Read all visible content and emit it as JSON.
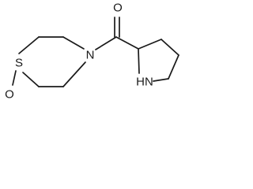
{
  "molecule": {
    "atoms": {
      "ring_nitrogen": "N",
      "sulfur": "S",
      "sulfoxide_oxygen": "O",
      "carbonyl_oxygen": "O",
      "pyrrolidine_nh": "HN"
    }
  }
}
